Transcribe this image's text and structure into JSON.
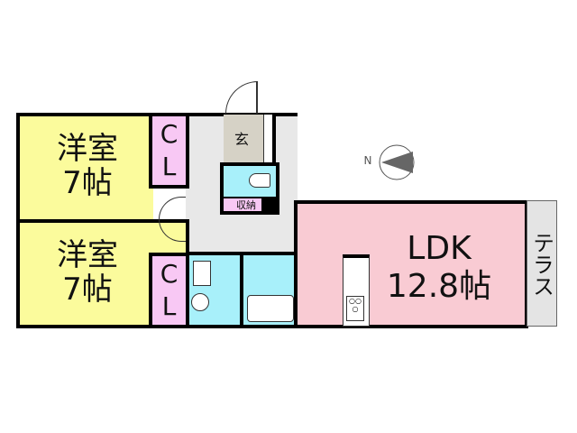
{
  "rooms": {
    "western1": {
      "name": "洋室",
      "size": "7帖"
    },
    "western2": {
      "name": "洋室",
      "size": "7帖"
    },
    "closet1": {
      "c": "C",
      "l": "L"
    },
    "closet2": {
      "c": "C",
      "l": "L"
    },
    "entrance": "玄",
    "storage": "収納",
    "ldk": {
      "name": "LDK",
      "size": "12.8帖"
    },
    "terrace": "テラス"
  },
  "compass": {
    "north_label": "N"
  },
  "colors": {
    "western": "#fbfb9c",
    "closet": "#f8c8f4",
    "hall": "#e8e8e8",
    "entrance": "#d6d2c6",
    "wet": "#a8f0fa",
    "ldk": "#f9cbd3",
    "terrace": "#e4e4e4"
  }
}
